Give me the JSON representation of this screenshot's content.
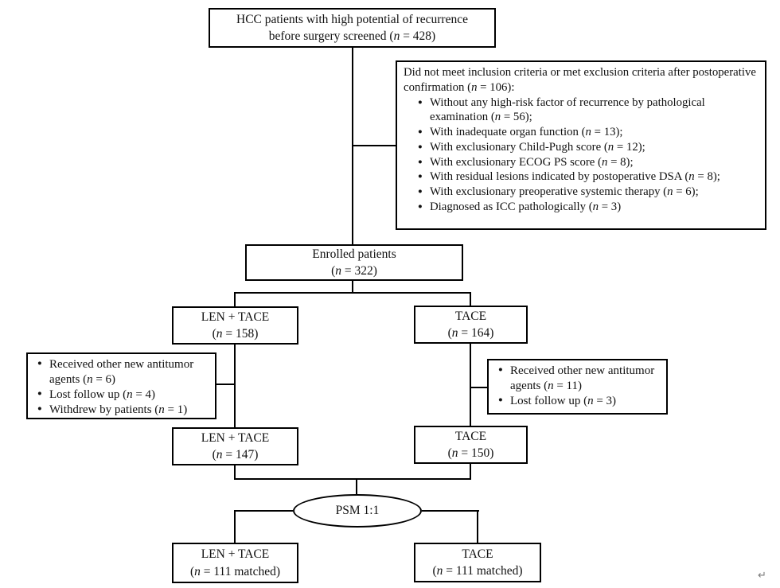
{
  "boxes": {
    "screened": {
      "lines": [
        "HCC patients with high potential of recurrence",
        "before surgery screened (n = 428)"
      ]
    },
    "excluded": {
      "header": "Did not meet inclusion criteria or met exclusion criteria after postoperative confirmation (n = 106):",
      "items": [
        "Without any high-risk factor of recurrence by pathological examination (n = 56);",
        "With inadequate organ function (n = 13);",
        "With exclusionary Child-Pugh score (n = 12);",
        "With exclusionary ECOG PS score (n = 8);",
        "With residual lesions indicated by postoperative DSA (n = 8);",
        "With exclusionary preoperative systemic therapy (n = 6);",
        "Diagnosed as ICC pathologically (n = 3)"
      ]
    },
    "enrolled": {
      "lines": [
        "Enrolled patients",
        "(n = 322)"
      ]
    },
    "len_tace_initial": {
      "lines": [
        "LEN + TACE",
        "(n = 158)"
      ]
    },
    "tace_initial": {
      "lines": [
        "TACE",
        "(n = 164)"
      ]
    },
    "len_tace_dropout": {
      "items": [
        "Received other new antitumor agents (n = 6)",
        "Lost follow up (n = 4)",
        "Withdrew by patients (n = 1)"
      ]
    },
    "tace_dropout": {
      "items": [
        "Received other new antitumor agents (n = 11)",
        "Lost follow up (n = 3)"
      ]
    },
    "len_tace_completed": {
      "lines": [
        "LEN + TACE",
        "(n = 147)"
      ]
    },
    "tace_completed": {
      "lines": [
        "TACE",
        "(n = 150)"
      ]
    },
    "psm": {
      "label": "PSM 1:1"
    },
    "len_tace_matched": {
      "lines": [
        "LEN + TACE",
        "(n = 111 matched)"
      ]
    },
    "tace_matched": {
      "lines": [
        "TACE",
        "(n = 111 matched)"
      ]
    }
  },
  "return_mark": "↵"
}
